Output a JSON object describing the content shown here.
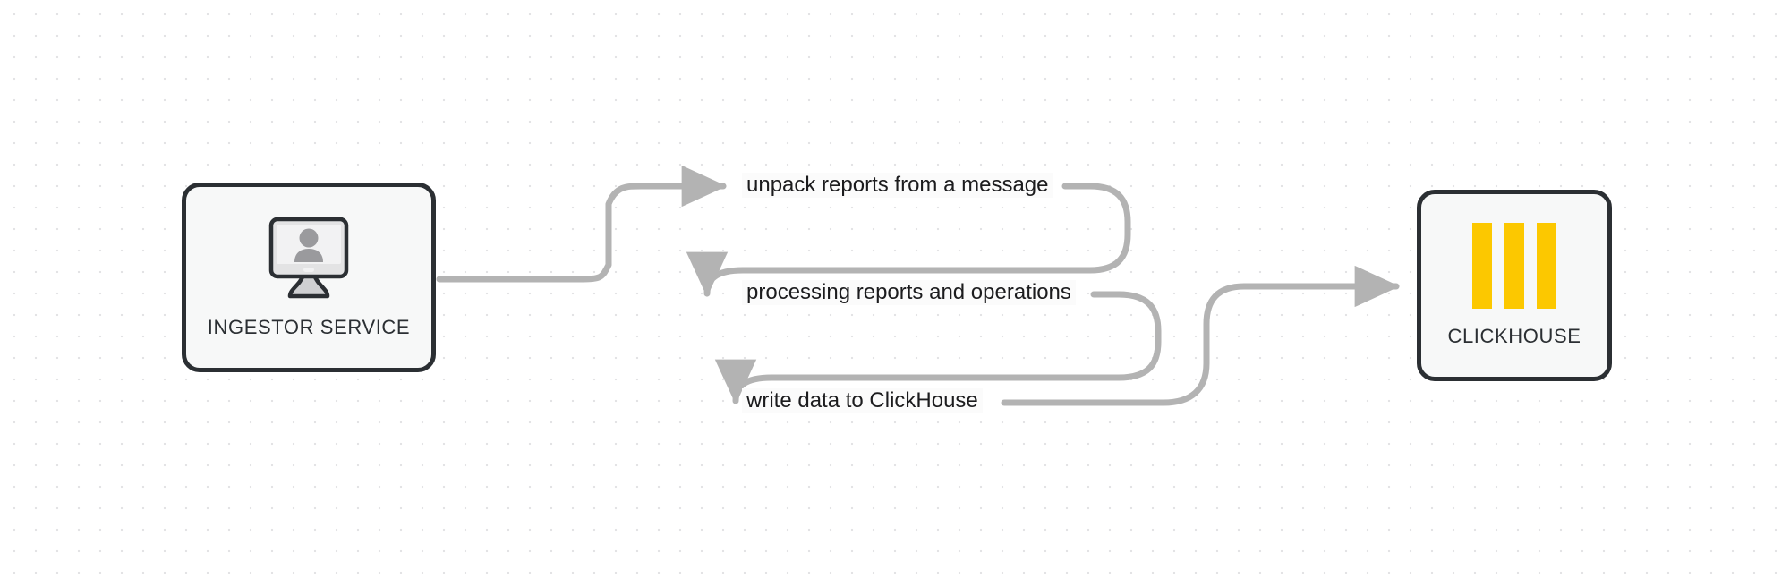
{
  "canvas": {
    "background_color": "#ffffff",
    "dot_grid_color": "#e3e3e5"
  },
  "theme": {
    "node_border": "#2b2f33",
    "node_fill": "#f7f8f8",
    "edge_color": "#b3b3b3",
    "label_text": "#1c1c1e",
    "clickhouse_yellow": "#fcc800",
    "monitor_screen": "#e3e3e4",
    "monitor_person": "#9a9a9d"
  },
  "nodes": [
    {
      "id": "ingestor-service",
      "label": "INGESTOR SERVICE",
      "icon": "monitor-user-icon"
    },
    {
      "id": "clickhouse",
      "label": "CLICKHOUSE",
      "icon": "clickhouse-bars-icon",
      "bar_count": 3
    }
  ],
  "edges": [
    {
      "id": "edge-unpack",
      "label": "unpack reports from a message",
      "from": "ingestor-service",
      "arrowhead": "triangle"
    },
    {
      "id": "edge-processing",
      "label": "processing reports and operations",
      "from": "edge-unpack",
      "arrowhead": "triangle"
    },
    {
      "id": "edge-write",
      "label": "write data to ClickHouse",
      "from": "edge-processing",
      "to": "clickhouse",
      "arrowhead": "triangle"
    }
  ]
}
